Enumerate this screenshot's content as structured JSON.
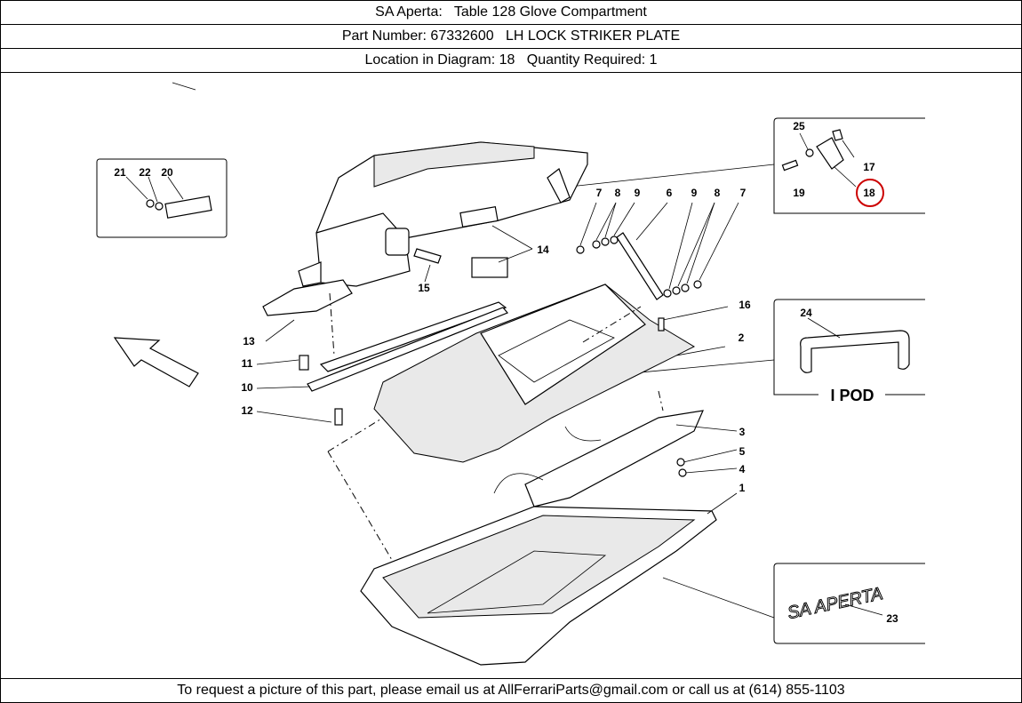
{
  "header": {
    "title_line": "SA Aperta:   Table 128 Glove Compartment",
    "part_line": "Part Number: 67332600   LH LOCK STRIKER PLATE",
    "location_line": "Location in Diagram: 18   Quantity Required: 1"
  },
  "diagram": {
    "callouts": [
      "21",
      "22",
      "20",
      "25",
      "17",
      "19",
      "18",
      "7",
      "8",
      "9",
      "6",
      "9",
      "8",
      "7",
      "14",
      "15",
      "16",
      "13",
      "2",
      "11",
      "10",
      "12",
      "3",
      "5",
      "4",
      "1",
      "24",
      "23"
    ],
    "highlighted_callout": "18",
    "highlight_color": "#cc0000",
    "inset_labels": {
      "ipod": "I POD"
    },
    "logo_text": "SA APERTA"
  },
  "footer": {
    "text": "To request a picture of this part, please email us at AllFerrariParts@gmail.com or call us at (614) 855-1103"
  }
}
